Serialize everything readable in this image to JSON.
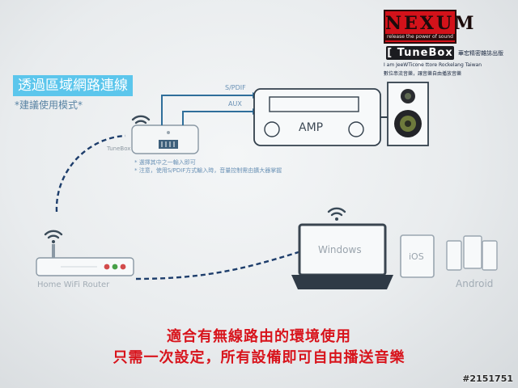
{
  "branding": {
    "logo_text": "NEXUM",
    "logo_tagline": "release the power of sound",
    "product_badge": "TuneBox",
    "badge_bracket_open": "[",
    "badge_bracket_close": "]",
    "brand_cn": "華宏精密雜誌出版",
    "line1": "I am JeeWTicone ttore Rockelang Taiwan",
    "line2": "數位串流音樂，讓音樂自由播放音樂"
  },
  "title": "透過區域網路連線",
  "subtitle": "*建議使用模式*",
  "connections": {
    "spdif_label": "S/PDIF",
    "aux_label": "AUX"
  },
  "devices": {
    "tunebox_label": "TuneBox",
    "amp_label": "AMP",
    "router_label": "Home WiFi Router",
    "windows_label": "Windows",
    "ios_label": "iOS",
    "android_label": "Android"
  },
  "notes": [
    "* 選擇其中之一輸入即可",
    "* 注意，使用S/PDIF方式輸入時，音量控制需由擴大器掌握"
  ],
  "bottom_text": {
    "line1": "適合有無線路由的環境使用",
    "line2": "只需一次設定，所有設備即可自由播送音樂"
  },
  "watermark": "#2151751",
  "colors": {
    "accent_blue": "#5cc6ec",
    "line_blue": "#2f6e9a",
    "dashed_navy": "#1d3d6b",
    "red_text": "#d8141c",
    "logo_red": "#d3121a"
  }
}
